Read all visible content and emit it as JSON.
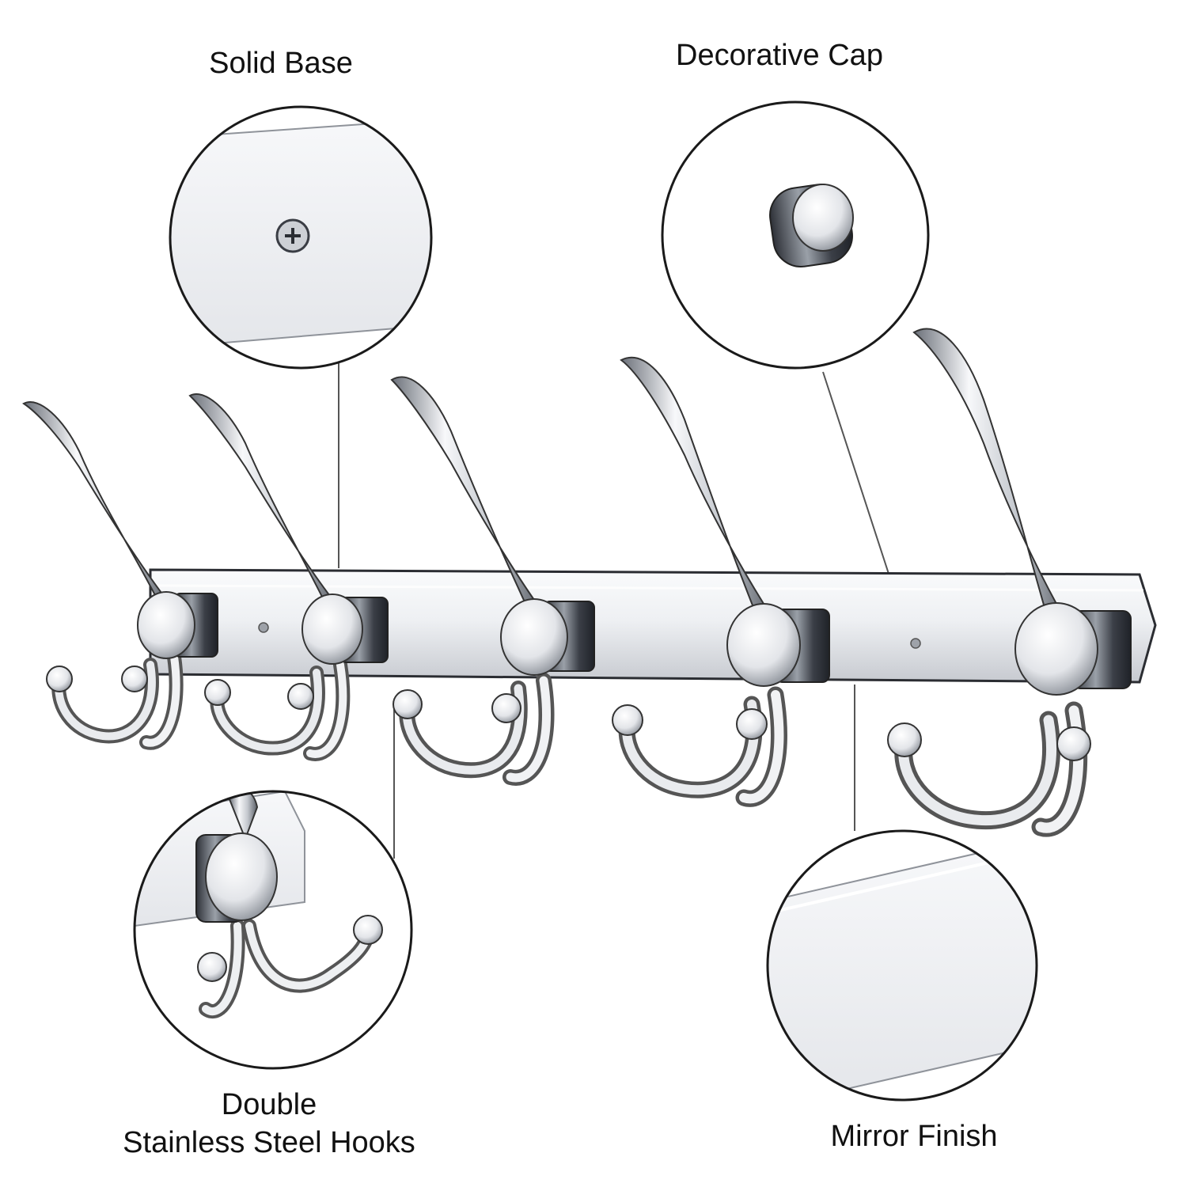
{
  "callouts": {
    "solid_base": "Solid Base",
    "decorative_cap": "Decorative Cap",
    "double_hooks_line1": "Double",
    "double_hooks_line2": "Stainless Steel Hooks",
    "mirror_finish": "Mirror Finish"
  },
  "colors": {
    "background": "#ffffff",
    "chrome_light": "#f4f5f7",
    "chrome_mid": "#c9ccd2",
    "chrome_dark": "#4a4e57",
    "outline": "#1a1a1a"
  }
}
